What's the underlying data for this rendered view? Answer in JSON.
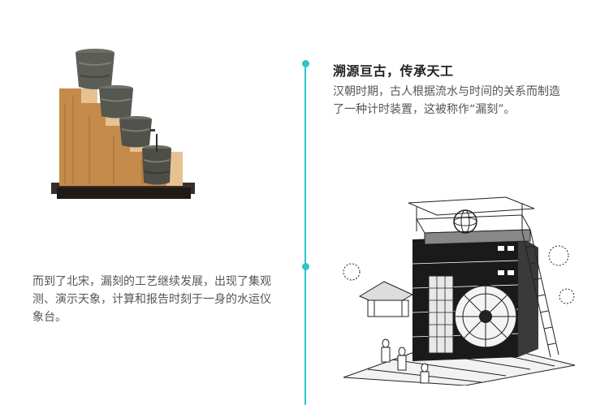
{
  "section_1": {
    "heading": "溯源亘古，传承天工",
    "text": "汉朝时期，古人根据流水与时间的关系而制造了一种计时装置，这被称作“漏刻”。"
  },
  "section_2": {
    "text": "而到了北宋，漏刻的工艺继续发展，出现了集观测、演示天象，计算和报告时刻于一身的水运仪象台。"
  },
  "colors": {
    "timeline": "#2ec4c8",
    "heading": "#222222",
    "body_text": "#555555"
  },
  "images": {
    "clepsydra": "stepped-bronze-water-clock-photo",
    "astronomical_clock_tower": "water-powered-astronomical-clock-tower-illustration"
  }
}
